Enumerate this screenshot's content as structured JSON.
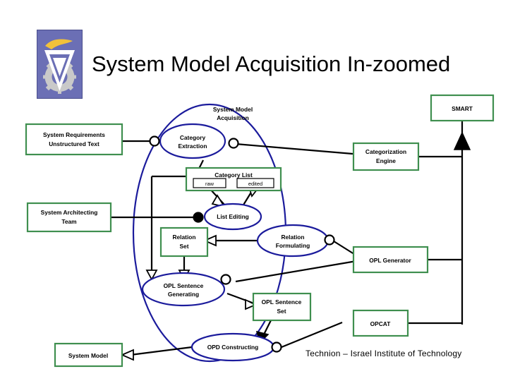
{
  "page": {
    "title": "System Model Acquisition In-zoomed",
    "footer": "Technion – Israel Institute of Technology",
    "logo_alt": "technion-logo"
  },
  "colors": {
    "object_border": "#3f8f4f",
    "process_border": "#1b1b9c",
    "link": "#000000",
    "logo_background": "#6b6fb5",
    "logo_ribbon": "#f2c13a",
    "logo_gear": "#c9c9c9"
  },
  "diagram": {
    "type": "opm-object-process-diagram",
    "containing_process": {
      "label": "System Model\nAcquisition",
      "line1": "System Model",
      "line2": "Acquisition"
    },
    "objects": [
      {
        "id": "system-requirements",
        "label": "System Requirements\nUnstructured Text",
        "line1": "System Requirements",
        "line2": "Unstructured Text"
      },
      {
        "id": "category-list",
        "label": "Category List",
        "states": [
          "raw",
          "edited"
        ]
      },
      {
        "id": "system-architecting-team",
        "label": "System Architecting\nTeam",
        "line1": "System Architecting",
        "line2": "Team"
      },
      {
        "id": "relation-set",
        "label": "Relation\nSet",
        "line1": "Relation",
        "line2": "Set"
      },
      {
        "id": "opl-sentence-set",
        "label": "OPL Sentence\nSet",
        "line1": "OPL Sentence",
        "line2": "Set"
      },
      {
        "id": "system-model",
        "label": "System Model"
      },
      {
        "id": "categorization-engine",
        "label": "Categorization\nEngine",
        "line1": "Categorization",
        "line2": "Engine"
      },
      {
        "id": "smart",
        "label": "SMART"
      },
      {
        "id": "opl-generator",
        "label": "OPL Generator"
      },
      {
        "id": "opcat",
        "label": "OPCAT"
      }
    ],
    "processes": [
      {
        "id": "category-extraction",
        "label": "Category\nExtraction",
        "line1": "Category",
        "line2": "Extraction"
      },
      {
        "id": "list-editing",
        "label": "List Editing"
      },
      {
        "id": "relation-formulating",
        "label": "Relation\nFormulating",
        "line1": "Relation",
        "line2": "Formulating"
      },
      {
        "id": "opl-sentence-generating",
        "label": "OPL Sentence\nGenerating",
        "line1": "OPL Sentence",
        "line2": "Generating"
      },
      {
        "id": "opd-constructing",
        "label": "OPD Constructing"
      }
    ]
  }
}
